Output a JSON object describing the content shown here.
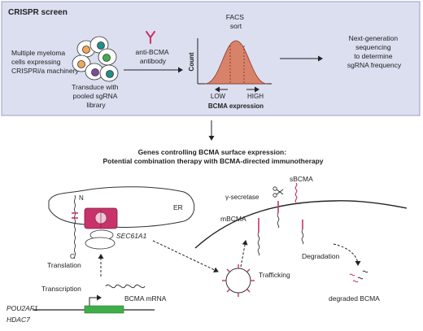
{
  "screen_panel": {
    "title": "CRISPR screen",
    "cells_label": [
      "Multiple myeloma",
      "cells expressing",
      "CRISPRi/a machinery"
    ],
    "transduce_label": [
      "Transduce with",
      "pooled sgRNA",
      "library"
    ],
    "antibody_label": [
      "anti-BCMA",
      "antibody"
    ],
    "facs_label": [
      "FACS",
      "sort"
    ],
    "histogram": {
      "y_label": "Count",
      "x_label": "BCMA expression",
      "low_label": "LOW",
      "high_label": "HIGH"
    },
    "ngs_label": [
      "Next-generation",
      "sequencing",
      "to determine",
      "sgRNA frequency"
    ]
  },
  "genes_heading": [
    "Genes controlling BCMA surface expression:",
    "Potential combination therapy with BCMA-directed immunotherapy"
  ],
  "mechanism": {
    "er_label": "ER",
    "n_label": "N",
    "c_label": "C",
    "sec61_label": "SEC61A1",
    "translation_label": "Translation",
    "transcription_label": "Transcription",
    "mrna_label": "BCMA mRNA",
    "genes": [
      "POU2AF1",
      "HDAC7"
    ],
    "gamma_secretase_label": "γ-secretase",
    "sbcma_label": "sBCMA",
    "mbcma_label": "mBCMA",
    "degradation_label": "Degradation",
    "trafficking_label": "Trafficking",
    "degraded_label": "degraded BCMA"
  },
  "colors": {
    "panel_bg": "#dcdff0",
    "panel_border": "#9a9fc4",
    "accent_pink": "#c8336a",
    "histogram_fill": "#d9826a",
    "promoter_green": "#3fae49",
    "cell_orange": "#f2a65a",
    "cell_teal": "#1f8f8c",
    "cell_purple": "#7d4b9a"
  }
}
